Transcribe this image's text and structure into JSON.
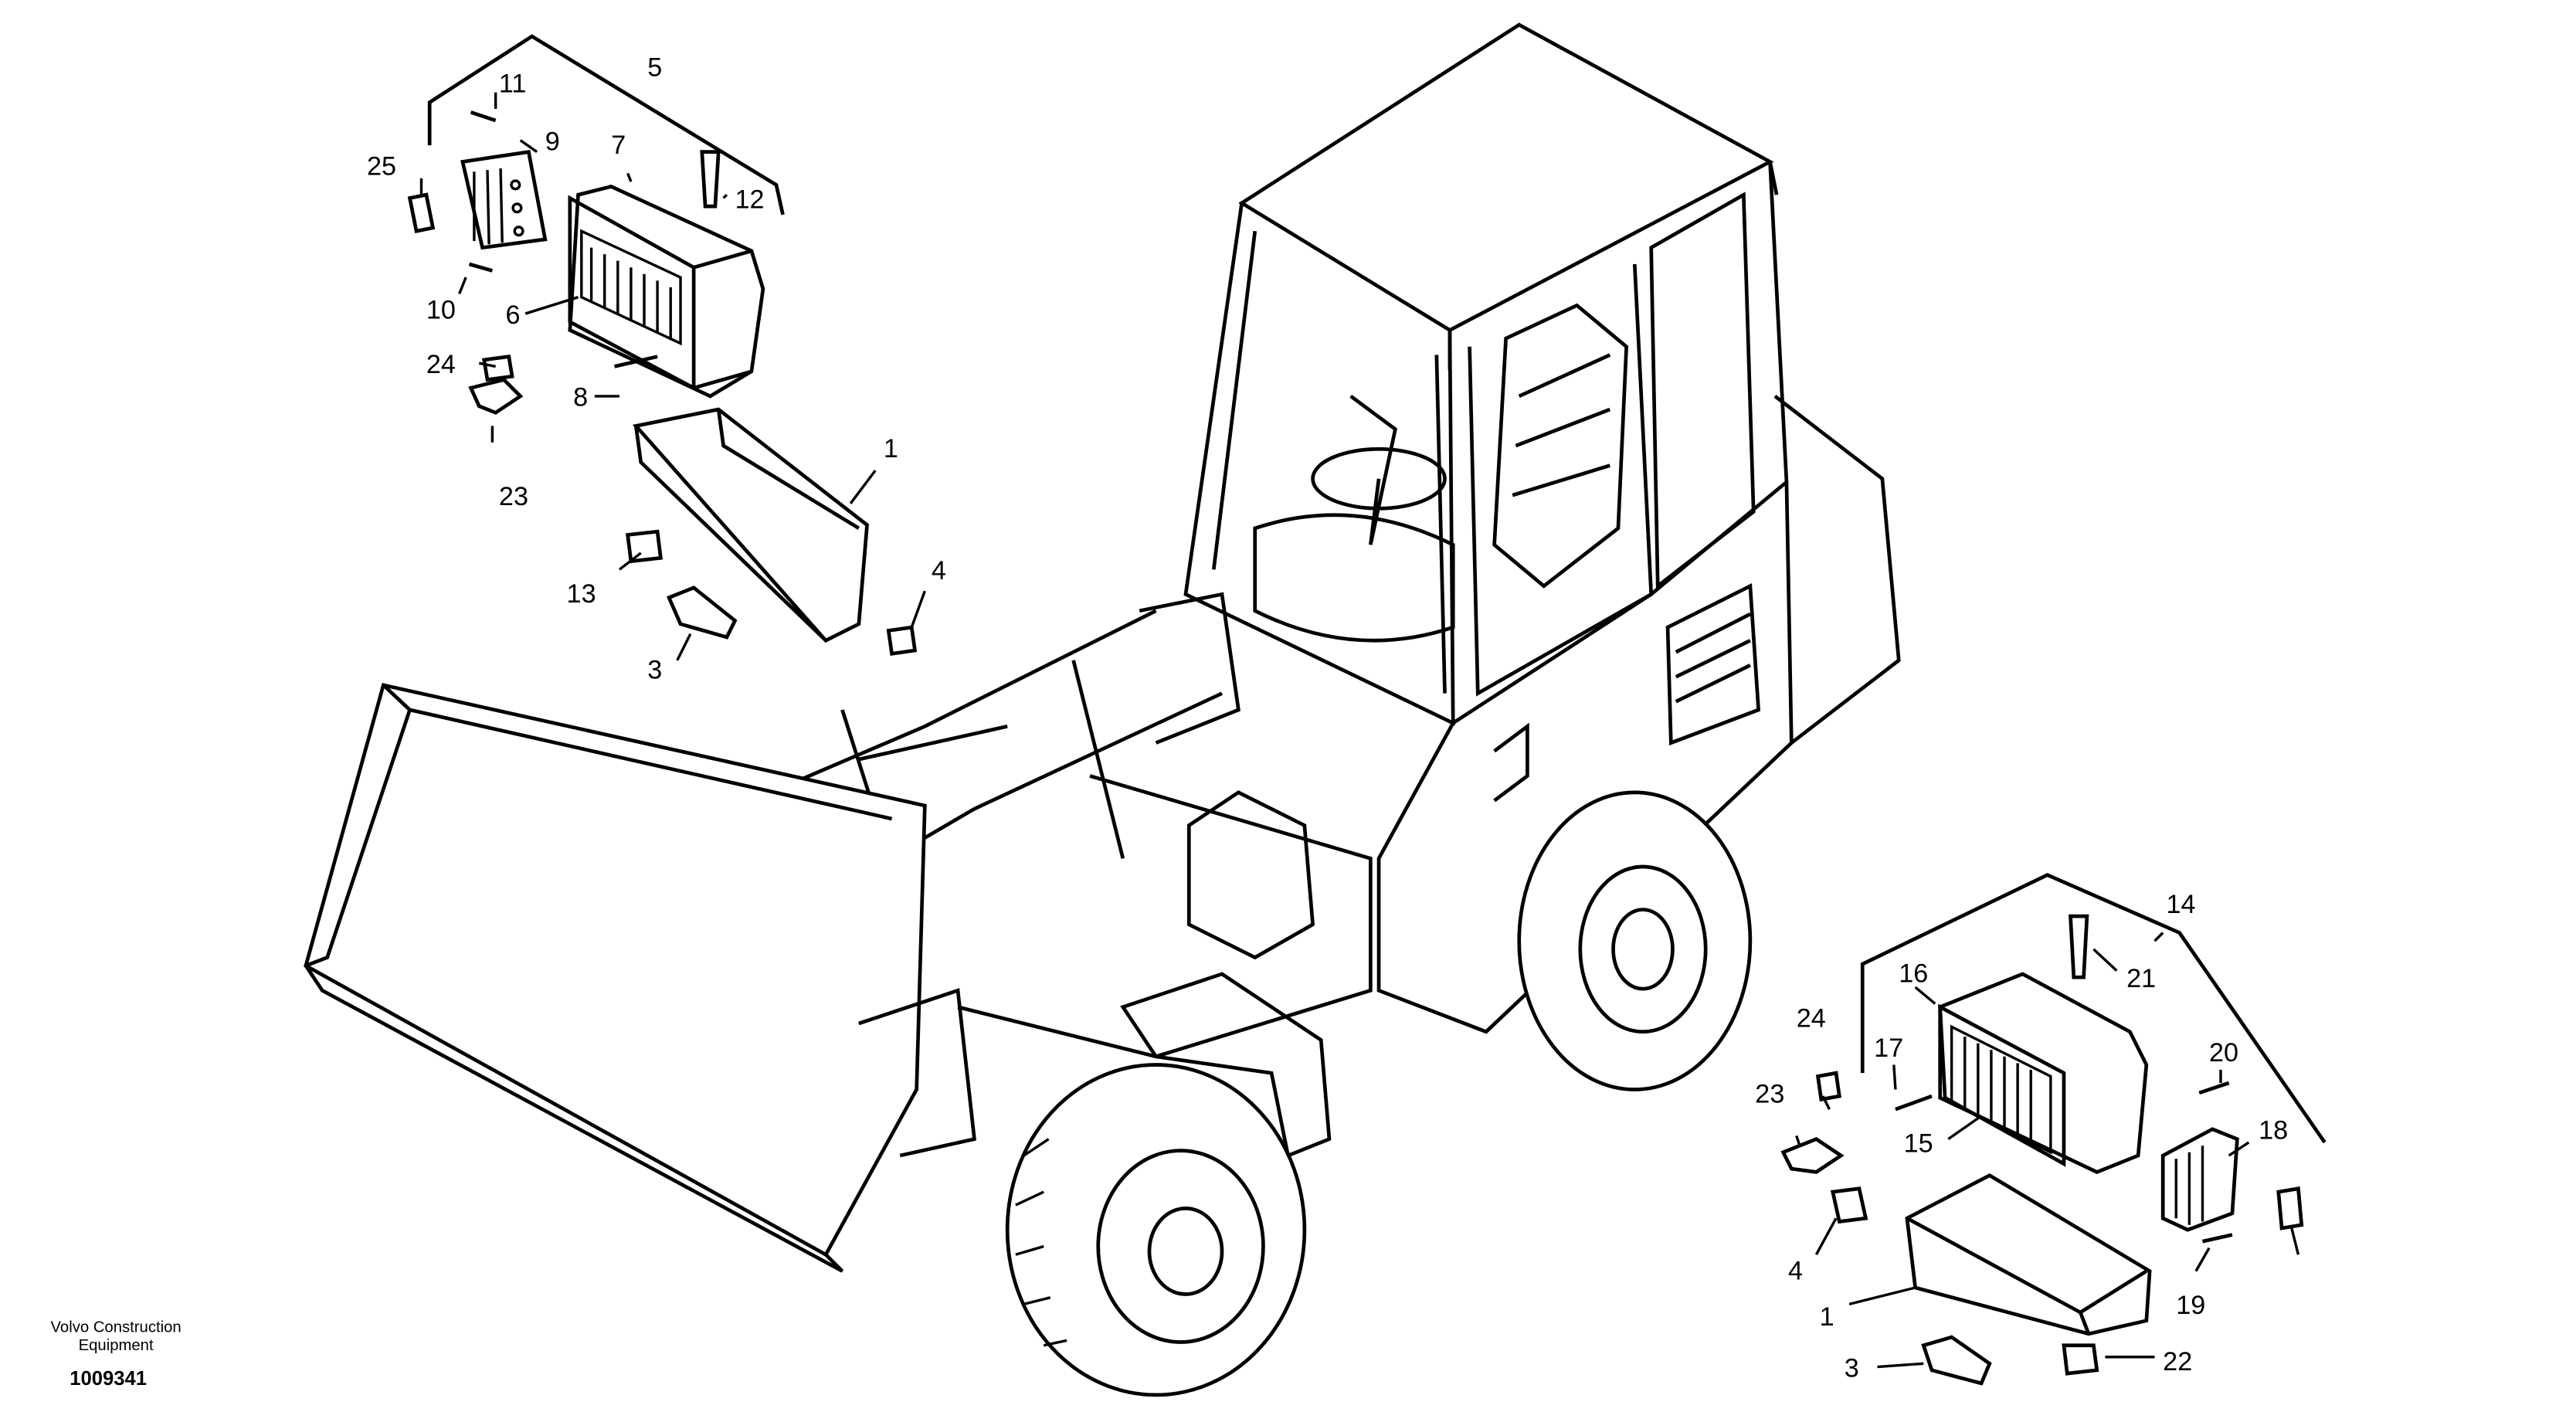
{
  "diagram": {
    "brand_line1": "Volvo Construction",
    "brand_line2": "Equipment",
    "drawing_number": "1009341",
    "callouts_left": {
      "c1": "1",
      "c3": "3",
      "c4": "4",
      "c5": "5",
      "c6": "6",
      "c7": "7",
      "c8": "8",
      "c9": "9",
      "c10": "10",
      "c11": "11",
      "c12": "12",
      "c13": "13",
      "c23": "23",
      "c24": "24",
      "c25": "25"
    },
    "callouts_right": {
      "c1": "1",
      "c3": "3",
      "c4": "4",
      "c14": "14",
      "c15": "15",
      "c16": "16",
      "c17": "17",
      "c18": "18",
      "c19": "19",
      "c20": "20",
      "c21": "21",
      "c22": "22",
      "c23": "23",
      "c24": "24"
    }
  }
}
